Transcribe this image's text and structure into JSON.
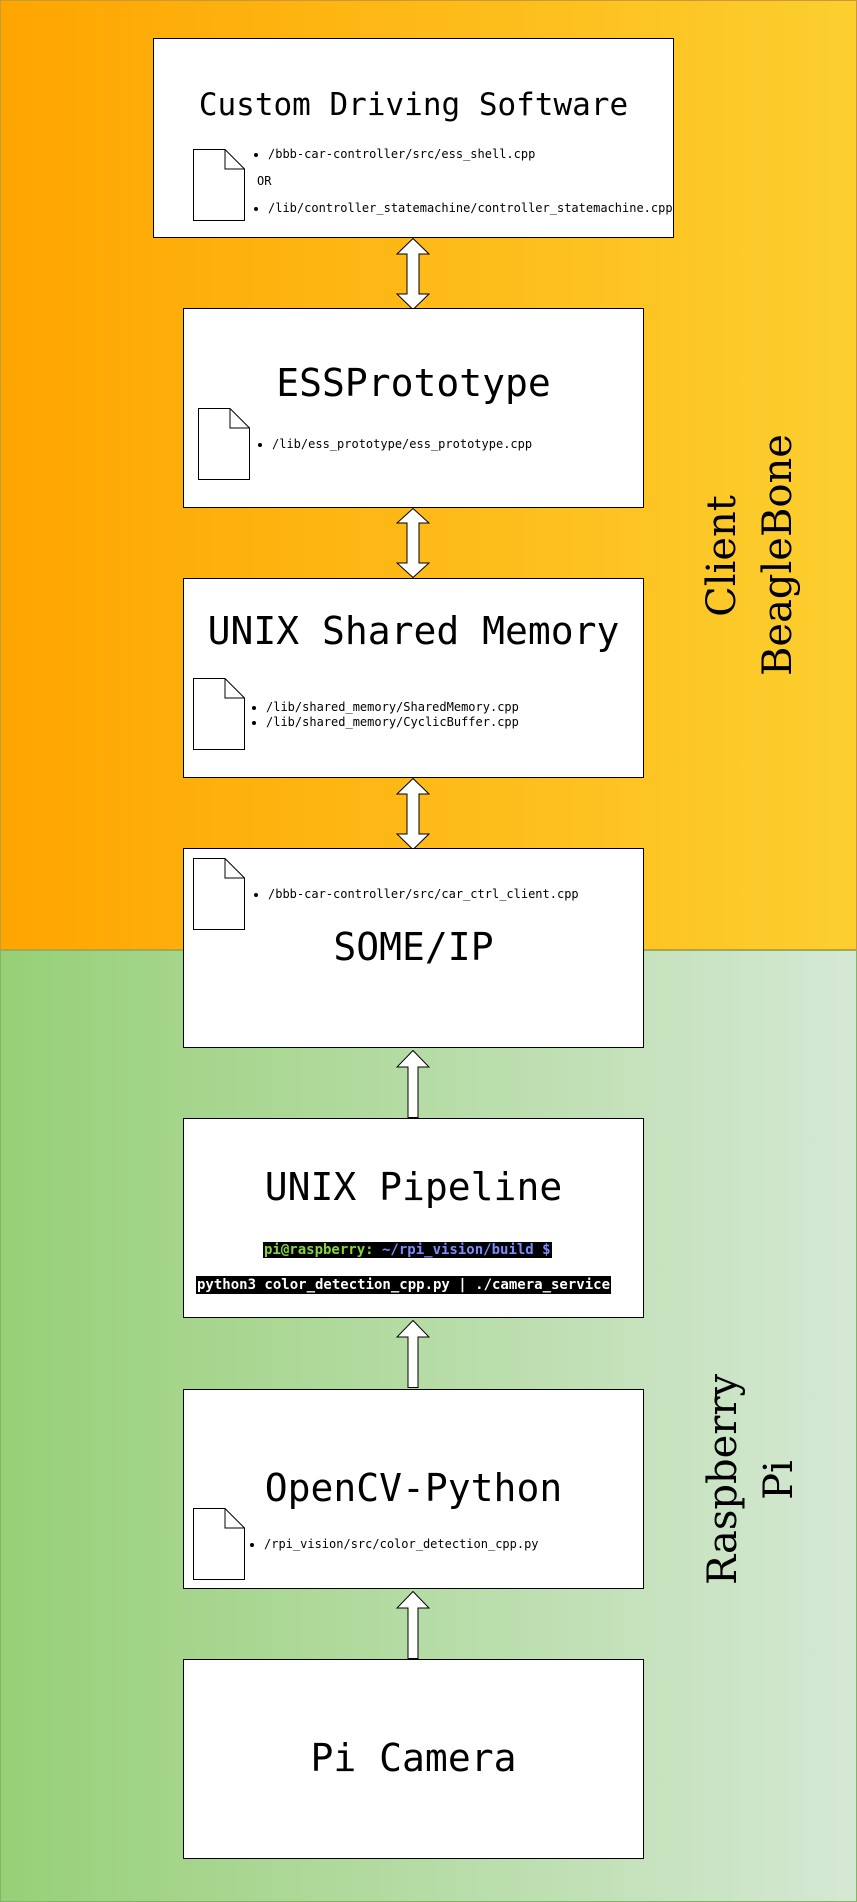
{
  "regions": {
    "client_label": "Client BeagleBone",
    "pi_label": "Raspberry Pi"
  },
  "boxes": {
    "custom": {
      "title": "Custom Driving Software",
      "file1": "/bbb-car-controller/src/ess_shell.cpp",
      "or": "OR",
      "file2": "/lib/controller_statemachine/controller_statemachine.cpp"
    },
    "ess": {
      "title": "ESSPrototype",
      "file1": "/lib/ess_prototype/ess_prototype.cpp"
    },
    "shm": {
      "title": "UNIX Shared Memory",
      "file1": "/lib/shared_memory/SharedMemory.cpp",
      "file2": "/lib/shared_memory/CyclicBuffer.cpp"
    },
    "someip": {
      "title": "SOME/IP",
      "file1": "/bbb-car-controller/src/car_ctrl_client.cpp"
    },
    "pipeline": {
      "title": "UNIX Pipeline",
      "prompt_user": "pi@raspberry:",
      "prompt_path": " ~/rpi_vision/build $",
      "command": "python3 color_detection_cpp.py | ./camera_service"
    },
    "opencv": {
      "title": "OpenCV-Python",
      "file1": "/rpi_vision/src/color_detection_cpp.py"
    },
    "camera": {
      "title": "Pi Camera"
    }
  },
  "colors": {
    "client_gradient": [
      "#ffa500",
      "#fccf2f"
    ],
    "pi_gradient": [
      "#97d077",
      "#d5e8d4"
    ],
    "prompt_user": "#85d63c",
    "prompt_path": "#7b8cff"
  }
}
